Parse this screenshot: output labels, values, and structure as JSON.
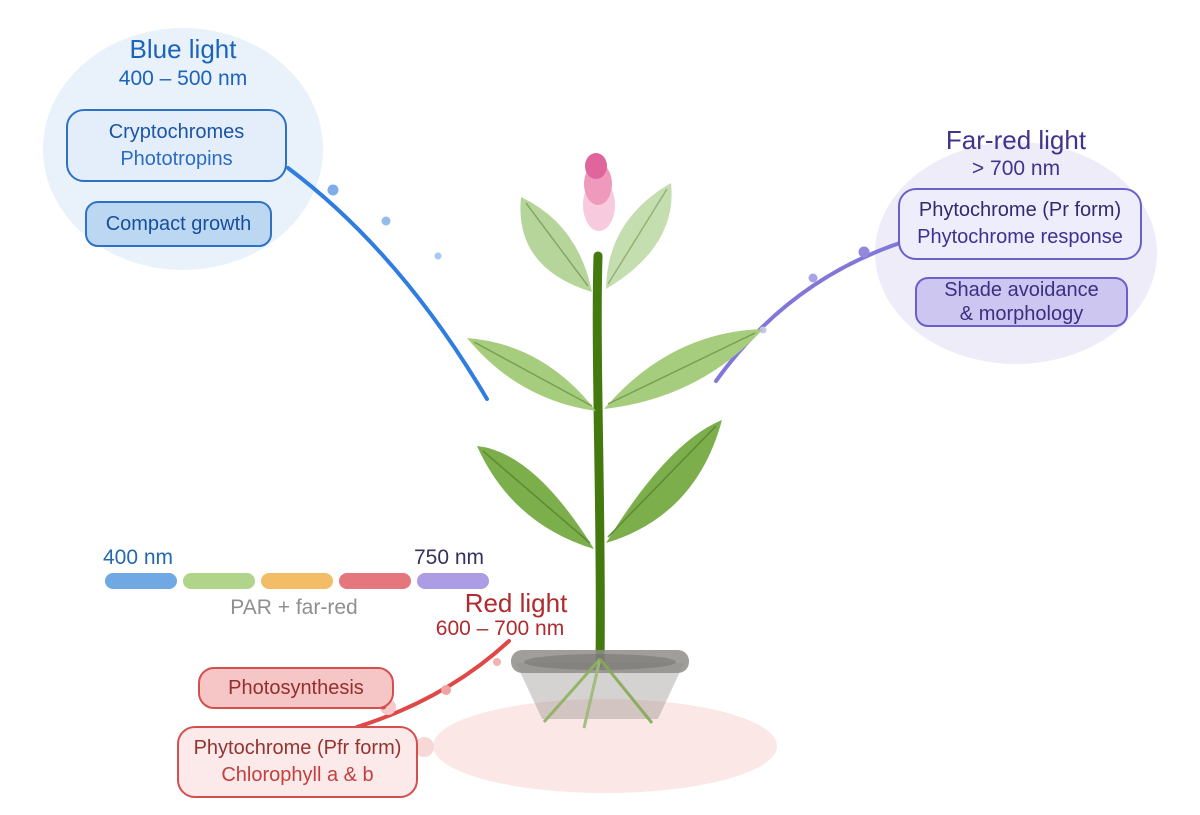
{
  "sections": {
    "blue": {
      "title": "Blue light",
      "range": "400 – 500 nm",
      "receptor_line1": "Cryptochromes",
      "receptor_line2": "Phototropins",
      "effect": "Compact growth",
      "accent": "#2f7de0"
    },
    "far_red": {
      "title": "Far-red light",
      "range": "> 700 nm",
      "receptor_line1": "Phytochrome (Pr form)",
      "receptor_line2": "Phytochrome response",
      "effect_line1": "Shade avoidance",
      "effect_line2": "& morphology",
      "accent": "#8177d8"
    },
    "red": {
      "title": "Red light",
      "range": "600 – 700 nm",
      "effect": "Photosynthesis",
      "receptor_line1": "Phytochrome (Pfr form)",
      "receptor_line2": "Chlorophyll a & b",
      "accent": "#e04848"
    }
  },
  "spectrum": {
    "start_label": "400 nm",
    "end_label": "750 nm",
    "caption": "PAR + far-red",
    "bands": [
      {
        "name": "blue",
        "color": "#6fa8e3"
      },
      {
        "name": "green",
        "color": "#b0d489"
      },
      {
        "name": "orange",
        "color": "#f2bd66"
      },
      {
        "name": "red",
        "color": "#e5767e"
      },
      {
        "name": "far-red",
        "color": "#ab9ce3"
      }
    ]
  }
}
